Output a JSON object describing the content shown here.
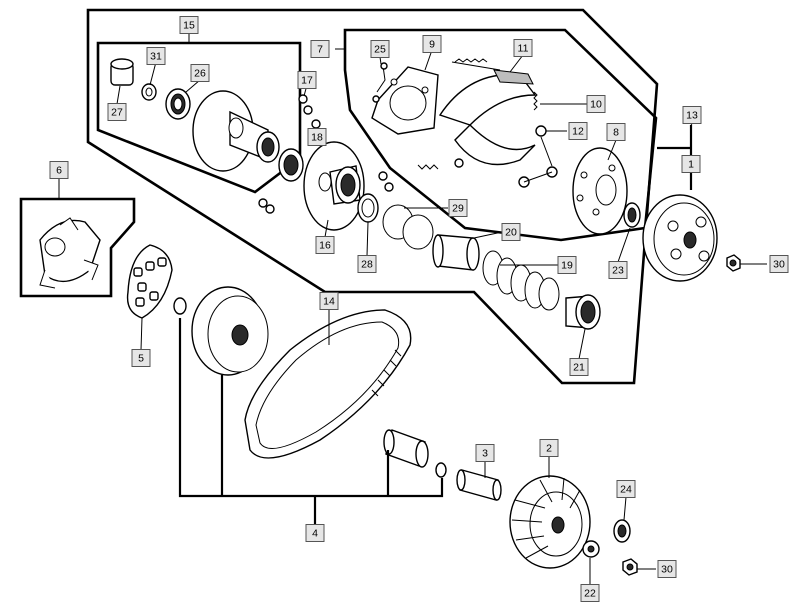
{
  "diagram": {
    "callouts": [
      {
        "id": "c1",
        "label": "1"
      },
      {
        "id": "c2",
        "label": "2"
      },
      {
        "id": "c3",
        "label": "3"
      },
      {
        "id": "c4",
        "label": "4"
      },
      {
        "id": "c5",
        "label": "5"
      },
      {
        "id": "c6",
        "label": "6"
      },
      {
        "id": "c7",
        "label": "7"
      },
      {
        "id": "c8",
        "label": "8"
      },
      {
        "id": "c9",
        "label": "9"
      },
      {
        "id": "c10",
        "label": "10"
      },
      {
        "id": "c11",
        "label": "11"
      },
      {
        "id": "c12",
        "label": "12"
      },
      {
        "id": "c13",
        "label": "13"
      },
      {
        "id": "c14",
        "label": "14"
      },
      {
        "id": "c15",
        "label": "15"
      },
      {
        "id": "c16",
        "label": "16"
      },
      {
        "id": "c17",
        "label": "17"
      },
      {
        "id": "c18",
        "label": "18"
      },
      {
        "id": "c19",
        "label": "19"
      },
      {
        "id": "c20",
        "label": "20"
      },
      {
        "id": "c21",
        "label": "21"
      },
      {
        "id": "c22",
        "label": "22"
      },
      {
        "id": "c23",
        "label": "23"
      },
      {
        "id": "c24",
        "label": "24"
      },
      {
        "id": "c25",
        "label": "25"
      },
      {
        "id": "c26",
        "label": "26"
      },
      {
        "id": "c27",
        "label": "27"
      },
      {
        "id": "c28",
        "label": "28"
      },
      {
        "id": "c29",
        "label": "29"
      },
      {
        "id": "c30a",
        "label": "30"
      },
      {
        "id": "c30b",
        "label": "30"
      },
      {
        "id": "c31",
        "label": "31"
      }
    ]
  }
}
